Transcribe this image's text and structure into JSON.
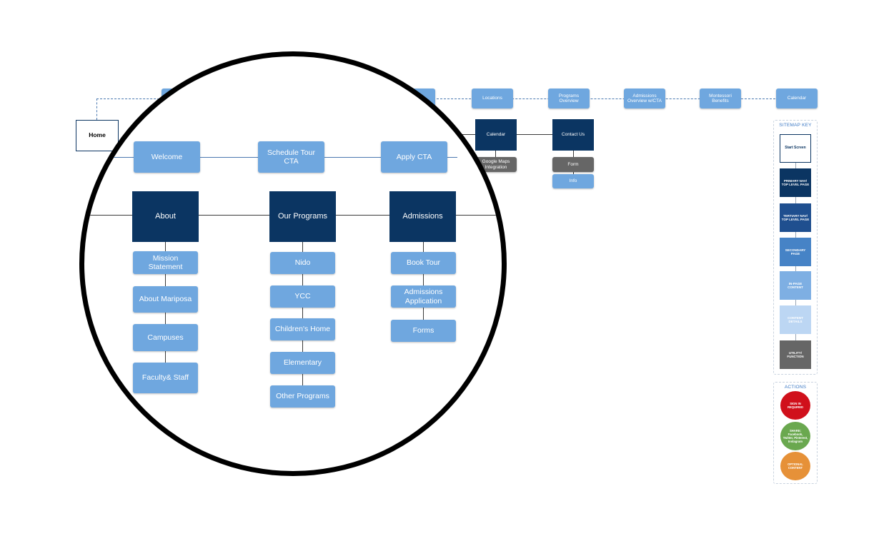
{
  "colors": {
    "primary_nav": "#0b3562",
    "secondary_page": "#6fa7df",
    "utility": "#666666",
    "sign_in": "#d0101b",
    "share": "#6aa84f",
    "optional": "#e69138"
  },
  "home": {
    "label": "Home"
  },
  "top_row": [
    "Locations",
    "Programs\nOverview",
    "Admissions\nOverview w/CTA",
    "Montessori\nBenefits",
    "Calendar"
  ],
  "calendar_branch": {
    "node": "Calendar",
    "children": [
      "Google Maps\nIntegration"
    ]
  },
  "contact_branch": {
    "node": "Contact Us",
    "children": [
      "Form",
      "Info"
    ]
  },
  "zoom": {
    "inpage_row": [
      "Welcome",
      "Schedule Tour\nCTA",
      "Apply CTA"
    ],
    "about": {
      "title": "About",
      "children": [
        "Mission\nStatement",
        "About Mariposa",
        "Campuses",
        "Faculty&  Staff"
      ]
    },
    "programs": {
      "title": "Our Programs",
      "children": [
        "Nido",
        "YCC",
        "Children's Home",
        "Elementary",
        "Other Programs"
      ]
    },
    "admissions": {
      "title": "Admissions",
      "children": [
        "Book Tour",
        "Admissions\nApplication",
        "Forms"
      ]
    }
  },
  "sitemap_key": {
    "title": "SITEMAP KEY",
    "items": [
      "Start Screen",
      "PRIMARY NAV/\nTOP LEVEL PAGE",
      "TERTIARY NAV/\nTOP LEVEL PAGE",
      "SECONDARY\nPAGE",
      "IN-PAGE\nCONTENT",
      "CONTENT\nDETAILS",
      "UTILITY/\nFUNCTION"
    ]
  },
  "actions": {
    "title": "ACTIONS",
    "items": [
      "SIGN IN\nREQUIRED",
      "SHARE:\nFacebook,\nTwitter, Pinterest,\nInstagram",
      "OPTIONAL\nCONTENT"
    ]
  }
}
